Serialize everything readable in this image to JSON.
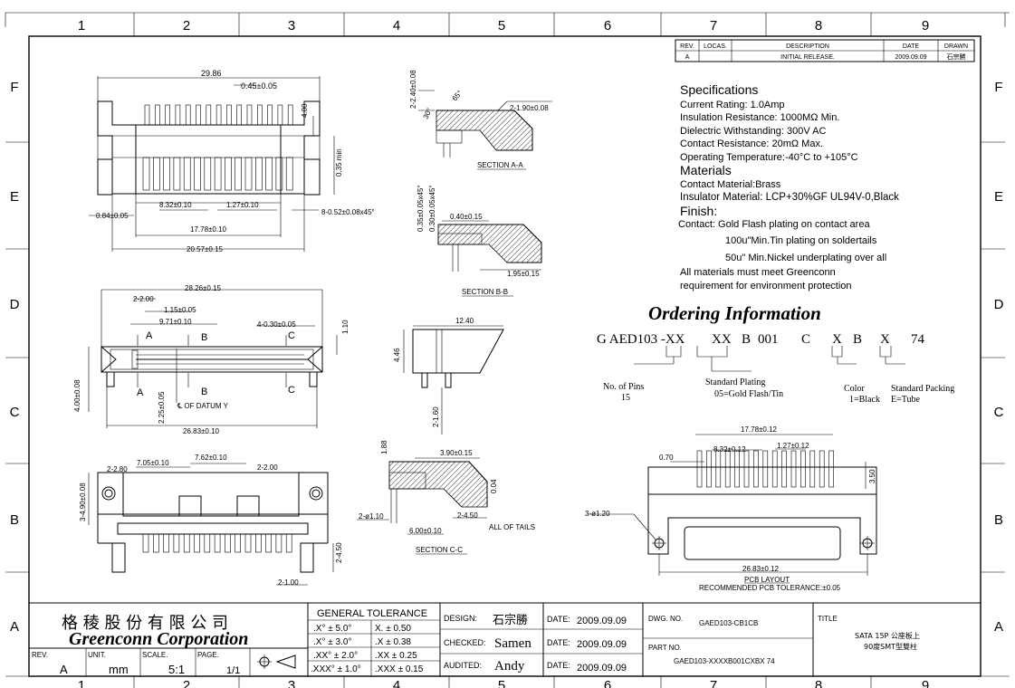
{
  "grid": {
    "cols_top": [
      "1",
      "2",
      "3",
      "4",
      "5",
      "6",
      "7",
      "8",
      "9"
    ],
    "cols_bottom": [
      "1",
      "2",
      "3",
      "4",
      "5",
      "6",
      "7",
      "8",
      "9"
    ],
    "rows_left": [
      "F",
      "E",
      "D",
      "C",
      "B",
      "A"
    ],
    "rows_right": [
      "F",
      "E",
      "D",
      "C",
      "B",
      "A"
    ]
  },
  "revision_table": {
    "headers": [
      "REV.",
      "LOCAS.",
      "DESCRIPTION",
      "DATE",
      "DRAWN"
    ],
    "row": [
      "A",
      "",
      "INITIAL RELEASE.",
      "2009.09.09",
      "石宗勝"
    ]
  },
  "specs": {
    "title": "Specifications",
    "lines": [
      "Current Rating: 1.0Amp",
      "Insulation Resistance: 1000MΩ Min.",
      "Dielectric Withstanding: 300V AC",
      "Contact Resistance: 20mΩ Max.",
      "Operating Temperature:-40°C to +105°C"
    ],
    "materials_title": "Materials",
    "materials": [
      "Contact Material:Brass",
      "Insulator Material: LCP+30%GF UL94V-0,Black"
    ],
    "finish_title": "Finish:",
    "finish": [
      "Contact: Gold Flash plating on contact area",
      "100u\"Min.Tin plating on soldertails",
      "50u\" Min.Nickel underplating over all",
      "All materials must meet Greenconn",
      "requirement for environment protection"
    ]
  },
  "ordering": {
    "title": "Ordering Information",
    "code": [
      "G AED103 -XX",
      "XX",
      "B",
      "001",
      "C",
      "X",
      "B",
      "X",
      "74"
    ],
    "pins_label": "No. of Pins",
    "pins_value": "15",
    "plating_label": "Standard Plating",
    "plating_value": "05=Gold Flash/Tin",
    "color_label": "Color",
    "color_value": "1=Black",
    "packing_label": "Standard Packing",
    "packing_value": "E=Tube"
  },
  "dims": {
    "top_29_86": "29.86",
    "top_045": "0.45±0.05",
    "top_400": "4.00",
    "top_035": "0.35 min",
    "top_084": "0.84±0.05",
    "top_832": "8.32±0.10",
    "top_127": "1.27±0.10",
    "top_8_052": "8-0.52±0.08x45°",
    "top_1778": "17.78±0.10",
    "top_2057": "20.57±0.15",
    "mid_2826": "28.26±0.15",
    "mid_2_200": "2-2.00",
    "mid_115": "1.15±0.05",
    "mid_971": "9.71±0.10",
    "mid_4_030": "4-0.30±0.05",
    "mid_110": "1.10",
    "mid_A": "A",
    "mid_B": "B",
    "mid_C": "C",
    "mid_400": "4.00±0.08",
    "mid_225": "2.25±0.05",
    "mid_datum": "℄ OF DATUM Y",
    "mid_2683": "26.83±0.10",
    "bot_2_280": "2-2.80",
    "bot_705": "7.05±0.10",
    "bot_762": "7.62±0.10",
    "bot_2_200": "2-2.00",
    "bot_3_490": "3-4.90±0.08",
    "bot_2_450": "2-4.50",
    "bot_2_100": "2-1.00",
    "sa_240": "2-2.40±0.08",
    "sa_65": "65°",
    "sa_30": "30°",
    "sa_190": "2-1.90±0.08",
    "sa_title": "SECTION A-A",
    "sb_035": "0.35±0.05x45°",
    "sb_030": "0.30±0.05x45°",
    "sb_040": "0.40±0.15",
    "sb_195": "1.95±0.15",
    "sb_title": "SECTION B-B",
    "side_1240": "12.40",
    "side_446": "4.46",
    "side_160": "2-1.60",
    "sc_188": "1.88",
    "sc_390": "3.90±0.15",
    "sc_004": "0.04",
    "sc_110": "2-ø1.10",
    "sc_450": "2-4.50",
    "sc_600": "6.00±0.10",
    "sc_tails": "ALL OF TAILS",
    "sc_title": "SECTION C-C",
    "pcb_1778": "17.78±0.12",
    "pcb_832": "8.32±0.12",
    "pcb_127": "1.27±0.12",
    "pcb_070": "0.70",
    "pcb_350": "3.50",
    "pcb_3_120": "3-ø1.20",
    "pcb_2683": "26.83±0.12",
    "pcb_title": "PCB LAYOUT",
    "pcb_tol": "RECOMMENDED PCB TOLERANCE:±0.05"
  },
  "title_block": {
    "company_cn": "格 稜 股 份 有 限 公 司",
    "company_en": "Greenconn Corporation",
    "rev_label": "REV.",
    "rev_value": "A",
    "unit_label": "UNIT.",
    "unit_value": "mm",
    "scale_label": "SCALE.",
    "scale_value": "5:1",
    "page_label": "PAGE.",
    "page_value": "1/1",
    "tol_title": "GENERAL TOLERANCE",
    "tol_rows": [
      [
        ".X° ± 5.0°",
        "X.  ± 0.50"
      ],
      [
        ".X° ± 3.0°",
        ".X  ± 0.38"
      ],
      [
        ".XX° ± 2.0°",
        ".XX  ± 0.25"
      ],
      [
        ".XXX° ± 1.0°",
        ".XXX ± 0.15"
      ]
    ],
    "design_label": "DESIGN:",
    "design_value": "石宗勝",
    "checked_label": "CHECKED:",
    "checked_value": "Samen",
    "audited_label": "AUDITED:",
    "audited_value": "Andy",
    "date_label": "DATE:",
    "date_value": "2009.09.09",
    "dwg_label": "DWG. NO.",
    "dwg_value": "GAED103-CB1CB",
    "part_label": "PART NO.",
    "part_value": "GAED103-XXXXB001CXBX 74",
    "title_label": "TITLE",
    "title_line1": "SATA 15P 公座板上",
    "title_line2": "90度SMT型雙柱"
  }
}
